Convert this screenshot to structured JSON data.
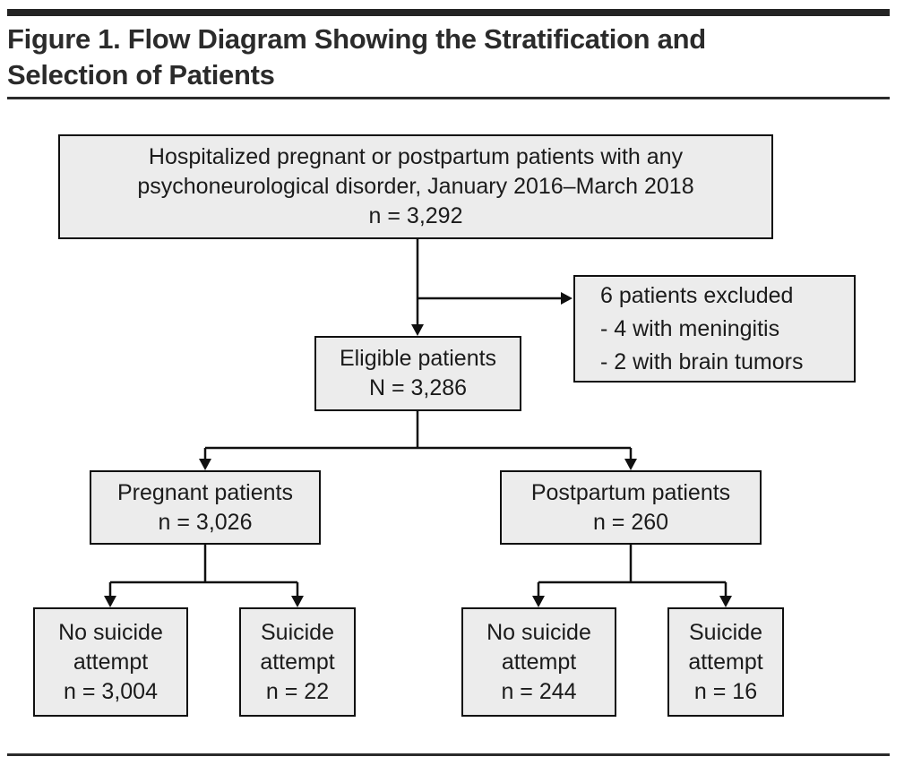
{
  "figure": {
    "title_lines": [
      "Figure 1. Flow Diagram Showing the Stratification and",
      "Selection of Patients"
    ]
  },
  "colors": {
    "box_fill": "#ececec",
    "box_border": "#101010",
    "text": "#1b1b1b",
    "title_text": "#2b2b2b",
    "top_bar": "#242424"
  },
  "nodes": {
    "source": {
      "lines": [
        "Hospitalized pregnant or postpartum patients with any",
        "psychoneurological disorder, January 2016–March 2018",
        "n = 3,292"
      ]
    },
    "excluded": {
      "lines": [
        "6 patients excluded",
        "- 4 with meningitis",
        "- 2 with brain tumors"
      ]
    },
    "eligible": {
      "lines": [
        "Eligible patients",
        "N = 3,286"
      ]
    },
    "pregnant": {
      "lines": [
        "Pregnant patients",
        "n = 3,026"
      ]
    },
    "postpartum": {
      "lines": [
        "Postpartum patients",
        "n = 260"
      ]
    },
    "pregnant_no_attempt": {
      "lines": [
        "No suicide",
        "attempt",
        "n = 3,004"
      ]
    },
    "pregnant_attempt": {
      "lines": [
        "Suicide",
        "attempt",
        "n = 22"
      ]
    },
    "postpartum_no_attempt": {
      "lines": [
        "No suicide",
        "attempt",
        "n = 244"
      ]
    },
    "postpartum_attempt": {
      "lines": [
        "Suicide",
        "attempt",
        "n = 16"
      ]
    }
  }
}
